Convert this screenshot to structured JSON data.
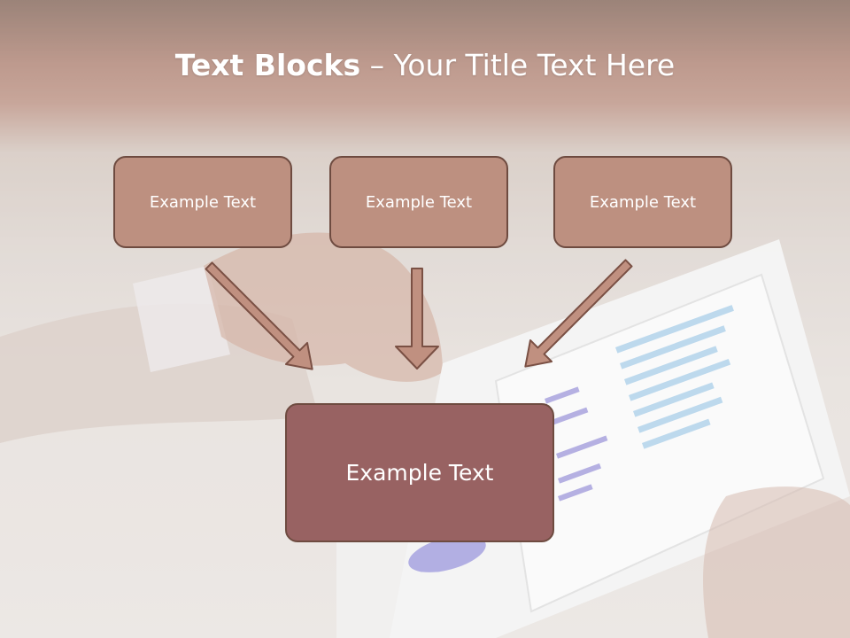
{
  "title": {
    "bold": "Text Blocks",
    "dash": " – ",
    "rest": "Your Title Text Here"
  },
  "blocks": [
    {
      "label": "Example Text"
    },
    {
      "label": "Example Text"
    },
    {
      "label": "Example Text"
    }
  ],
  "center_block": {
    "label": "Example Text"
  },
  "colors": {
    "header": "#a87868",
    "box_fill": "#bd9080",
    "center_fill": "#986262",
    "border": "#6e4b40",
    "arrow_fill": "#c09080"
  }
}
